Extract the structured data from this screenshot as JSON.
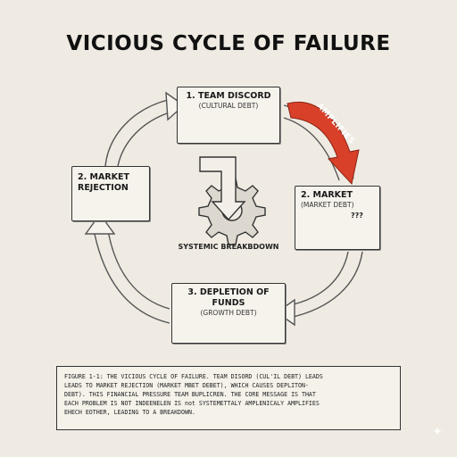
{
  "title": "VICIOUS CYCLE OF FAILURE",
  "nodes": {
    "team_discord": {
      "label": "1. TEAM DISCORD",
      "sub": "(CULTURAL DEBT)"
    },
    "market": {
      "label": "2. MARKET",
      "sub": "(MARKET DEBT)",
      "thought": "???"
    },
    "market_rejection": {
      "label_line1": "2. MARKET",
      "label_line2": "REJECTION"
    },
    "depletion": {
      "label": "3. DEPLETION OF FUNDS",
      "sub": "(GROWTH DEBT)"
    }
  },
  "amplifies_label": "AMPLIFIES",
  "center_label": "SYSTEMIC BREAKBDOWN",
  "caption_lines": [
    "FIGURE 1-1: THE VICIOUS CYCLE OF FAILURE. TEAM DISORD (CUL'IL DEBT)  LEADS",
    "LEADS TO MARKET REJECTION (MARKET MBET DEBET), WHICH CAUSES DEPLITON-",
    "DEBT). THIS FINANCIAL PRESSURE TEAM BUPLICREN. THE CORE MESSAGE IS THAT",
    "EACH PROBLEM IS NOT INDEENELEN IS not SYSTEMETTALY AMPLENICALY AMPLIFIES",
    "EHECH EOTHER, LEADING TO A BREAKDOWN."
  ],
  "colors": {
    "amplify": "#d8402a",
    "background": "#efebe3",
    "bar_red": "#c8321e"
  },
  "icons": [
    "recycle-cycle-icon",
    "gear-icon",
    "chart-down-icon",
    "money-bag-icon",
    "sparkle-icon"
  ]
}
